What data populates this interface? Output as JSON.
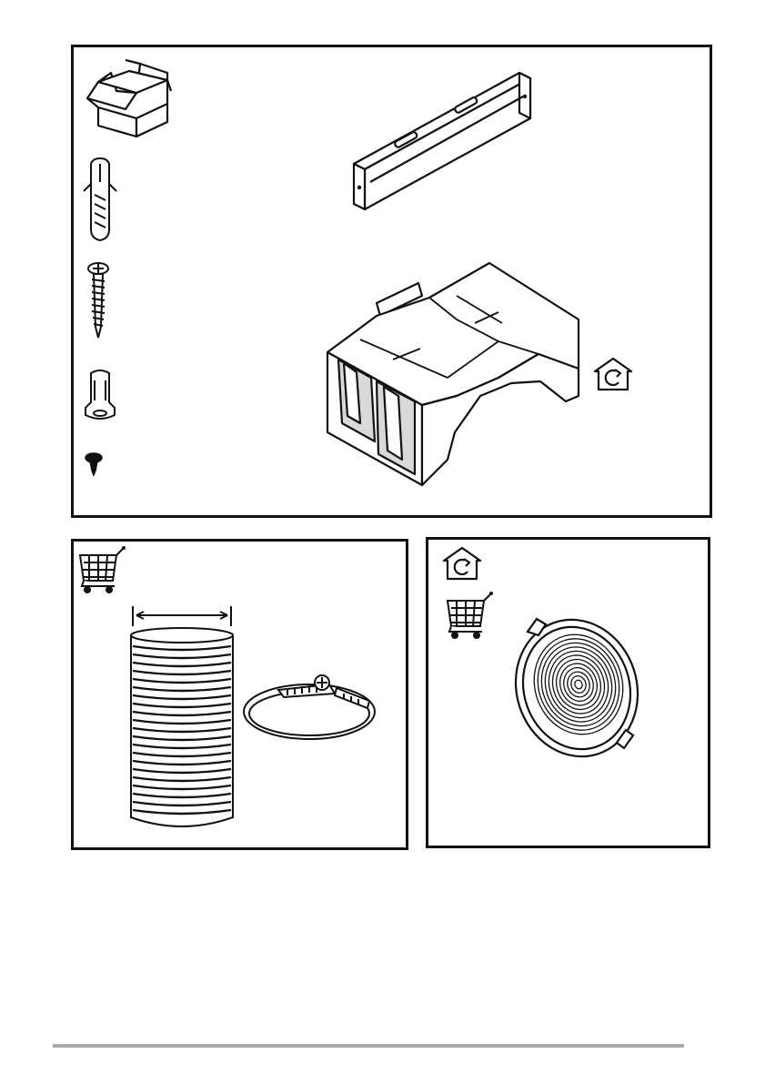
{
  "page": {
    "title": "",
    "panels": {
      "top": {
        "icons": [
          "box-icon",
          "wall-plug-icon",
          "screw-icon",
          "plastic-spacer-icon",
          "small-screw-icon",
          "recirculation-mode-icon"
        ],
        "parts": [
          "mounting-bracket",
          "air-deflector-duct"
        ]
      },
      "bottom_left": {
        "icons": [
          "shopping-cart-icon"
        ],
        "parts": [
          "flexible-duct-hose",
          "hose-clamp"
        ]
      },
      "bottom_right": {
        "icons": [
          "recirculation-mode-icon",
          "shopping-cart-icon"
        ],
        "parts": [
          "charcoal-filter"
        ]
      }
    }
  },
  "colors": {
    "line": "#111111",
    "fill": "#ffffff",
    "shade": "#d9d9d9",
    "footer_rule": "#a8a8a8"
  }
}
